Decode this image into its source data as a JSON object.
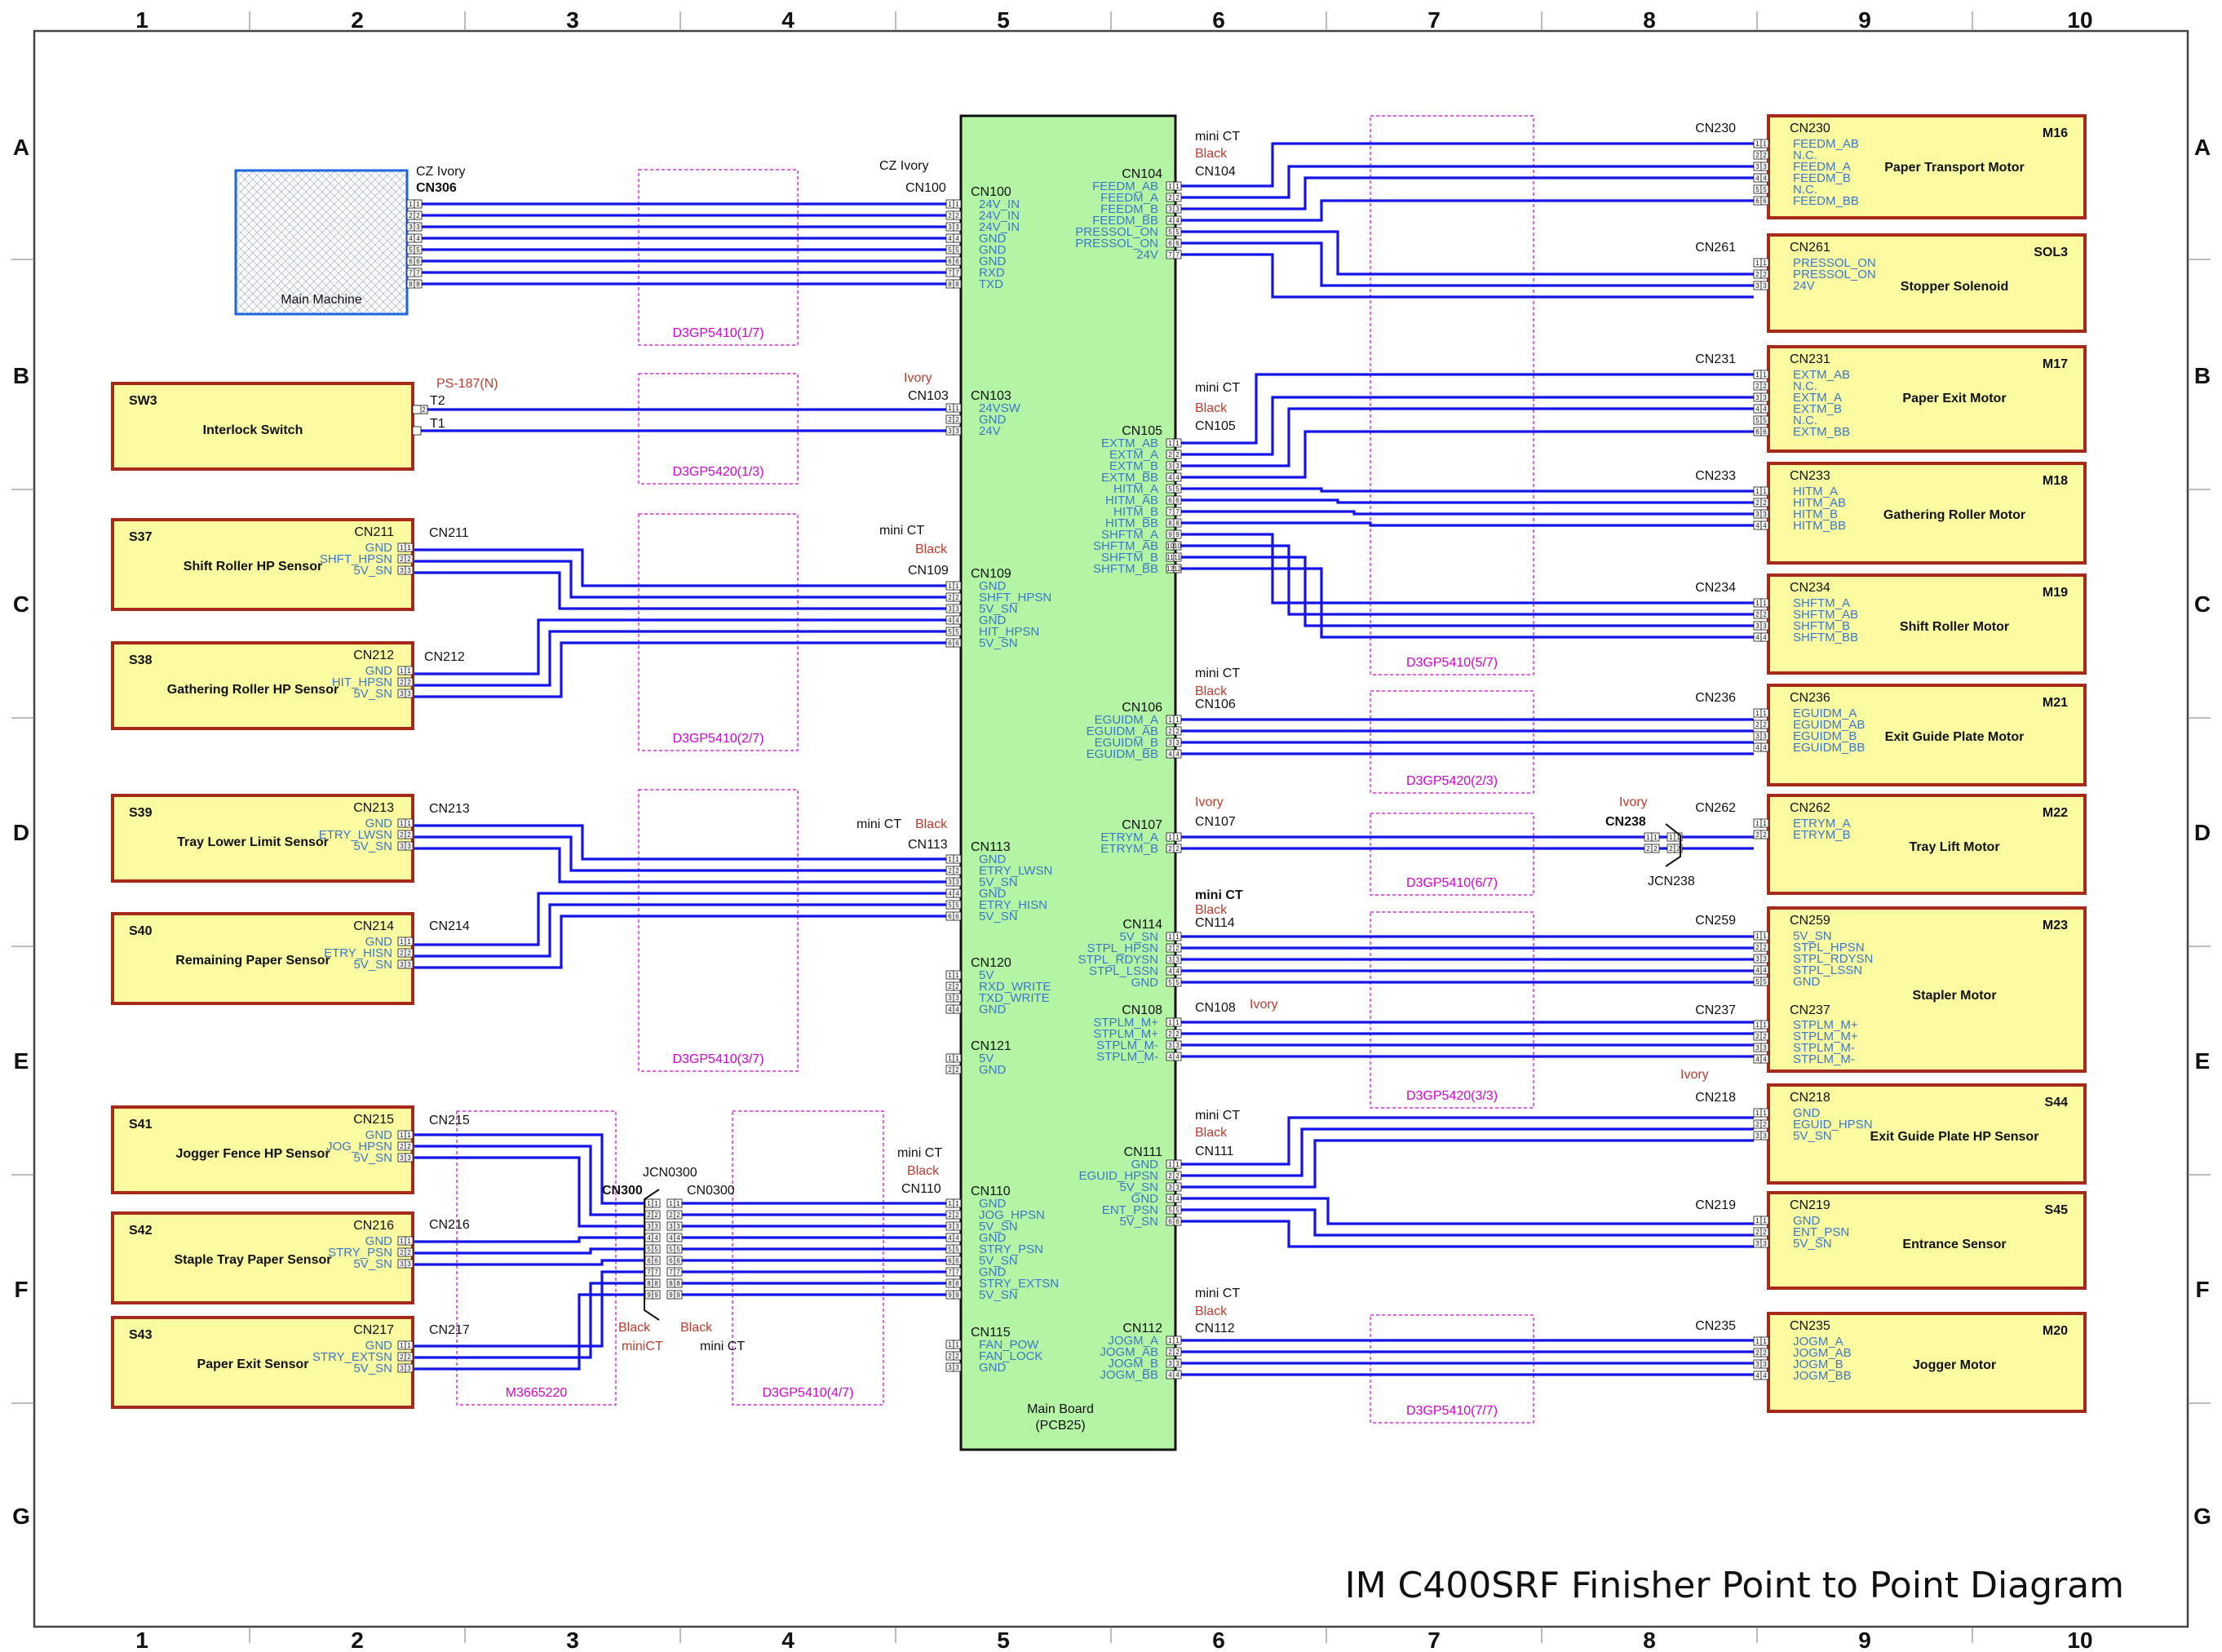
{
  "title": "IM C400SRF Finisher Point to Point Diagram",
  "grid": {
    "cols": [
      "1",
      "2",
      "3",
      "4",
      "5",
      "6",
      "7",
      "8",
      "9",
      "10"
    ],
    "rows": [
      "A",
      "B",
      "C",
      "D",
      "E",
      "F",
      "G"
    ]
  },
  "main_board": {
    "name": "Main Board",
    "pcb": "(PCB25)"
  },
  "main_machine": {
    "name": "Main Machine",
    "cn": "CN306",
    "conn_type": "CZ Ivory"
  },
  "left_components": [
    {
      "id": "SW3",
      "name": "Interlock Switch",
      "cn": "",
      "signals": []
    },
    {
      "id": "S37",
      "name": "Shift Roller HP Sensor",
      "cn": "CN211",
      "signals": [
        "GND",
        "SHFT_HPSN",
        "5V_SN"
      ]
    },
    {
      "id": "S38",
      "name": "Gathering Roller HP Sensor",
      "cn": "CN212",
      "signals": [
        "GND",
        "HIT_HPSN",
        "5V_SN"
      ]
    },
    {
      "id": "S39",
      "name": "Tray Lower Limit Sensor",
      "cn": "CN213",
      "signals": [
        "GND",
        "ETRY_LWSN",
        "5V_SN"
      ]
    },
    {
      "id": "S40",
      "name": "Remaining Paper Sensor",
      "cn": "CN214",
      "signals": [
        "GND",
        "ETRY_HISN",
        "5V_SN"
      ]
    },
    {
      "id": "S41",
      "name": "Jogger Fence HP Sensor",
      "cn": "CN215",
      "signals": [
        "GND",
        "JOG_HPSN",
        "5V_SN"
      ]
    },
    {
      "id": "S42",
      "name": "Staple Tray Paper Sensor",
      "cn": "CN216",
      "signals": [
        "GND",
        "STRY_PSN",
        "5V_SN"
      ]
    },
    {
      "id": "S43",
      "name": "Paper Exit Sensor",
      "cn": "CN217",
      "signals": [
        "GND",
        "STRY_EXTSN",
        "5V_SN"
      ]
    }
  ],
  "right_components": [
    {
      "id": "M16",
      "name": "Paper Transport Motor",
      "cn": "CN230",
      "signals": [
        "FEEDM_AB",
        "N.C.",
        "FEEDM_A",
        "FEEDM_B",
        "N.C.",
        "FEEDM_BB"
      ]
    },
    {
      "id": "SOL3",
      "name": "Stopper Solenoid",
      "cn": "CN261",
      "signals": [
        "PRESSOL_ON",
        "PRESSOL_ON",
        "24V"
      ]
    },
    {
      "id": "M17",
      "name": "Paper Exit Motor",
      "cn": "CN231",
      "signals": [
        "EXTM_AB",
        "N.C.",
        "EXTM_A",
        "EXTM_B",
        "N.C.",
        "EXTM_BB"
      ]
    },
    {
      "id": "M18",
      "name": "Gathering Roller Motor",
      "cn": "CN233",
      "signals": [
        "HITM_A",
        "HITM_AB",
        "HITM_B",
        "HITM_BB"
      ]
    },
    {
      "id": "M19",
      "name": "Shift Roller Motor",
      "cn": "CN234",
      "signals": [
        "SHFTM_A",
        "SHFTM_AB",
        "SHFTM_B",
        "SHFTM_BB"
      ]
    },
    {
      "id": "M21",
      "name": "Exit Guide Plate Motor",
      "cn": "CN236",
      "signals": [
        "EGUIDM_A",
        "EGUIDM_AB",
        "EGUIDM_B",
        "EGUIDM_BB"
      ]
    },
    {
      "id": "M22",
      "name": "Tray Lift Motor",
      "cn": "CN262",
      "signals": [
        "ETRYM_A",
        "ETRYM_B"
      ]
    },
    {
      "id": "M23",
      "name": "Stapler Motor",
      "cn": "CN259",
      "signals": [
        "5V_SN",
        "STPL_HPSN",
        "STPL_RDYSN",
        "STPL_LSSN",
        "GND"
      ],
      "cn2": "CN237",
      "signals2": [
        "STPLM_M+",
        "STPLM_M+",
        "STPLM_M-",
        "STPLM_M-"
      ]
    },
    {
      "id": "S44",
      "name": "Exit Guide Plate HP Sensor",
      "cn": "CN218",
      "signals": [
        "GND",
        "EGUID_HPSN",
        "5V_SN"
      ]
    },
    {
      "id": "S45",
      "name": "Entrance Sensor",
      "cn": "CN219",
      "signals": [
        "GND",
        "ENT_PSN",
        "5V_SN"
      ]
    },
    {
      "id": "M20",
      "name": "Jogger Motor",
      "cn": "CN235",
      "signals": [
        "JOGM_A",
        "JOGM_AB",
        "JOGM_B",
        "JOGM_BB"
      ]
    }
  ],
  "board_connectors": [
    {
      "cn": "CN100",
      "side": "left",
      "signals": [
        "24V_IN",
        "24V_IN",
        "24V_IN",
        "GND",
        "GND",
        "GND",
        "RXD",
        "TXD"
      ]
    },
    {
      "cn": "CN103",
      "side": "left",
      "signals": [
        "24VSW",
        "GND",
        "24V"
      ]
    },
    {
      "cn": "CN109",
      "side": "left",
      "signals": [
        "GND",
        "SHFT_HPSN",
        "5V_SN",
        "GND",
        "HIT_HPSN",
        "5V_SN"
      ]
    },
    {
      "cn": "CN113",
      "side": "left",
      "signals": [
        "GND",
        "ETRY_LWSN",
        "5V_SN",
        "GND",
        "ETRY_HISN",
        "5V_SN"
      ]
    },
    {
      "cn": "CN120",
      "side": "left",
      "signals": [
        "5V",
        "RXD_WRITE",
        "TXD_WRITE",
        "GND"
      ]
    },
    {
      "cn": "CN121",
      "side": "left",
      "signals": [
        "5V",
        "GND"
      ]
    },
    {
      "cn": "CN110",
      "side": "left",
      "signals": [
        "GND",
        "JOG_HPSN",
        "5V_SN",
        "GND",
        "STRY_PSN",
        "5V_SN",
        "GND",
        "STRY_EXTSN",
        "5V_SN"
      ]
    },
    {
      "cn": "CN115",
      "side": "left",
      "signals": [
        "FAN_POW",
        "FAN_LOCK",
        "GND"
      ]
    },
    {
      "cn": "CN104",
      "side": "right",
      "signals": [
        "FEEDM_AB",
        "FEEDM_A",
        "FEEDM_B",
        "FEEDM_BB",
        "PRESSOL_ON",
        "PRESSOL_ON",
        "24V"
      ]
    },
    {
      "cn": "CN105",
      "side": "right",
      "signals": [
        "EXTM_AB",
        "EXTM_A",
        "EXTM_B",
        "EXTM_BB",
        "HITM_A",
        "HITM_AB",
        "HITM_B",
        "HITM_BB",
        "SHFTM_A",
        "SHFTM_AB",
        "SHFTM_B",
        "SHFTM_BB"
      ]
    },
    {
      "cn": "CN106",
      "side": "right",
      "signals": [
        "EGUIDM_A",
        "EGUIDM_AB",
        "EGUIDM_B",
        "EGUIDM_BB"
      ]
    },
    {
      "cn": "CN107",
      "side": "right",
      "signals": [
        "ETRYM_A",
        "ETRYM_B"
      ]
    },
    {
      "cn": "CN114",
      "side": "right",
      "signals": [
        "5V_SN",
        "STPL_HPSN",
        "STPL_RDYSN",
        "STPL_LSSN",
        "GND"
      ]
    },
    {
      "cn": "CN108",
      "side": "right",
      "signals": [
        "STPLM_M+",
        "STPLM_M+",
        "STPLM_M-",
        "STPLM_M-"
      ]
    },
    {
      "cn": "CN111",
      "side": "right",
      "signals": [
        "GND",
        "EGUID_HPSN",
        "5V_SN",
        "GND",
        "ENT_PSN",
        "5V_SN"
      ]
    },
    {
      "cn": "CN112",
      "side": "right",
      "signals": [
        "JOGM_A",
        "JOGM_AB",
        "JOGM_B",
        "JOGM_BB"
      ]
    }
  ],
  "harnesses": [
    "D3GP5410(1/7)",
    "D3GP5420(1/3)",
    "D3GP5410(2/7)",
    "D3GP5410(3/7)",
    "D3GP5410(4/7)",
    "M3665220",
    "D3GP5410(5/7)",
    "D3GP5420(2/3)",
    "D3GP5410(6/7)",
    "D3GP5420(3/3)",
    "D3GP5410(7/7)"
  ],
  "labels": {
    "cz_ivory": "CZ Ivory",
    "ivory": "Ivory",
    "black": "Black",
    "mini_ct": "mini CT",
    "minict": "miniCT",
    "ps187": "PS-187(N)",
    "t1": "T1",
    "t2": "T2",
    "cn238": "CN238",
    "jcn238": "JCN238",
    "cn300": "CN300",
    "jcn0300": "JCN0300",
    "cn0300": "CN0300"
  },
  "colors": {
    "wire": "#1414e6",
    "board_fill": "#b3f5a5",
    "component_fill": "#fafaa0",
    "component_border": "#a52a1a",
    "signal_text": "#3c78c8",
    "harness": "#d400d4",
    "note_red": "#c0392b",
    "main_machine_border": "#1e64dc"
  }
}
